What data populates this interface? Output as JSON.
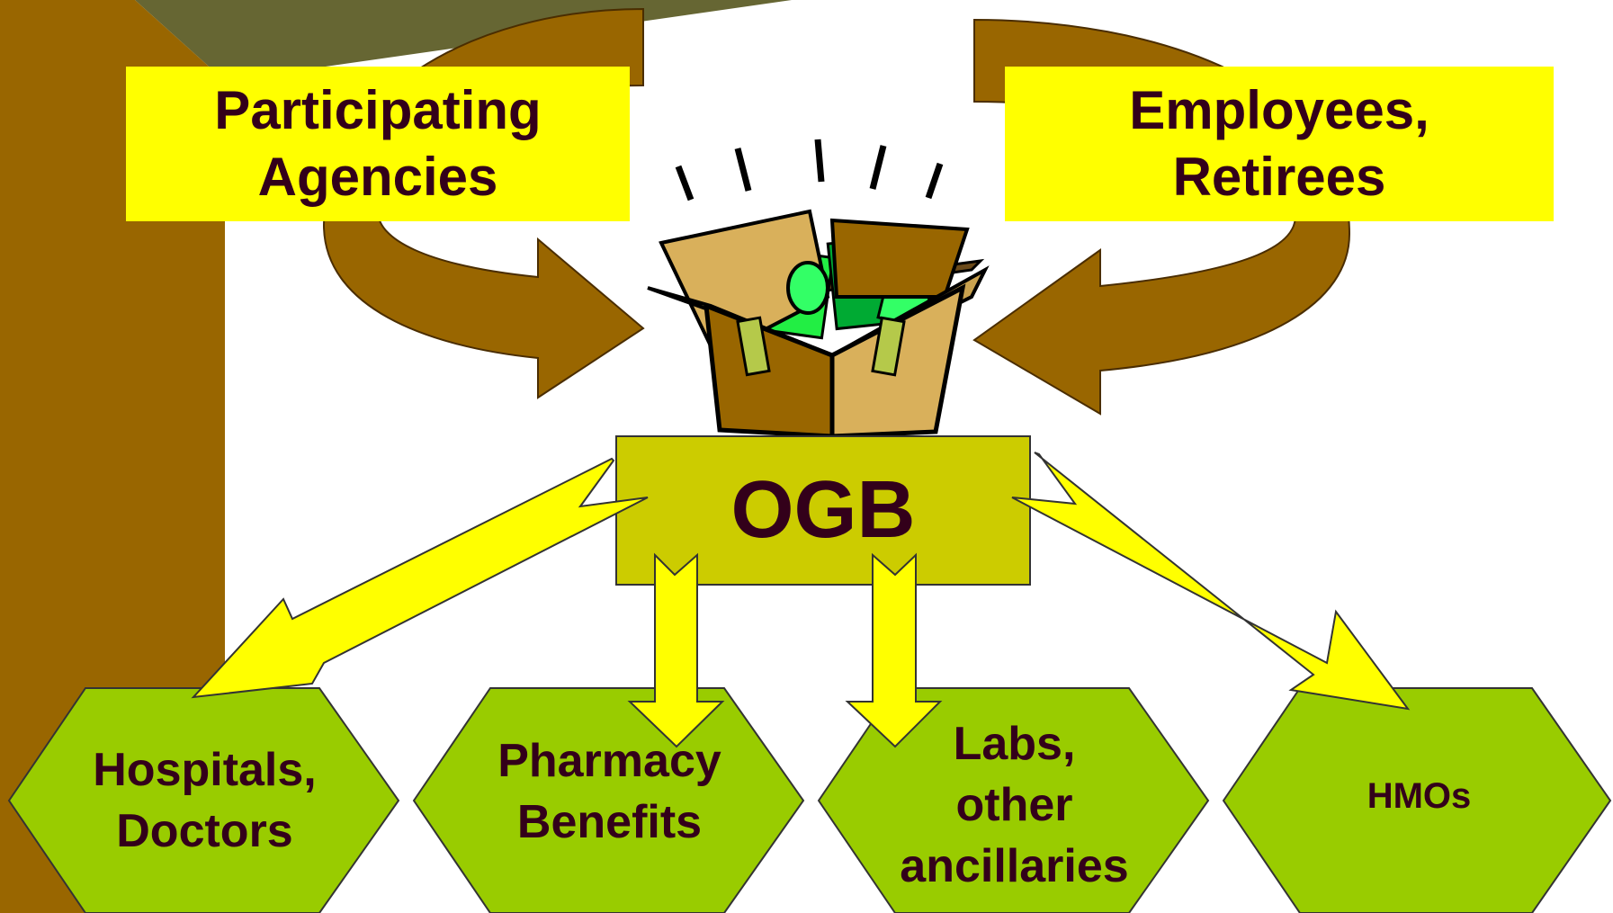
{
  "sources": {
    "left": "Participating\nAgencies",
    "right": "Employees,\nRetirees"
  },
  "center": {
    "label": "OGB"
  },
  "destinations": [
    {
      "id": "hospitals",
      "label": "Hospitals,\nDoctors"
    },
    {
      "id": "pharmacy",
      "label": "Pharmacy\nBenefits"
    },
    {
      "id": "labs",
      "label": "Labs,\nother\nancillaries"
    },
    {
      "id": "hmos",
      "label": "HMOs"
    }
  ],
  "colors": {
    "source_box": "#ffff00",
    "center_box": "#cccc00",
    "hexagon": "#99cc00",
    "inflow_arrow": "#996600",
    "outflow_arrow": "#ffff00",
    "text": "#33001a",
    "tree_trunk": "#996600",
    "canopy": "#666633"
  },
  "icons": {
    "center_clipart": "money-box-icon"
  }
}
